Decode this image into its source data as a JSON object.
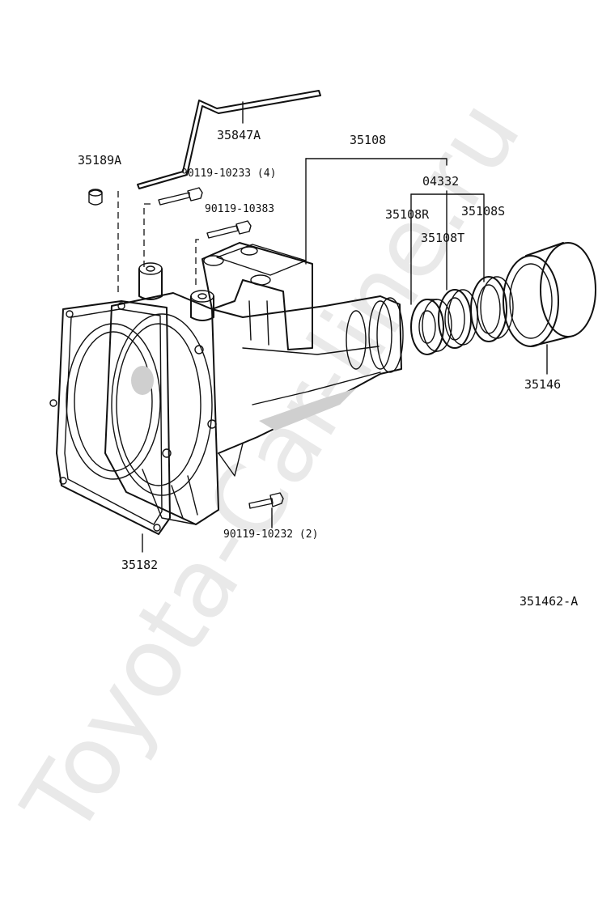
{
  "watermark": "Toyota-Car-line.ru",
  "diagram_code": "351462-A",
  "parts": {
    "shift_rod": "35847A",
    "plug": "35189A",
    "bolt_upper": "90119-10233 (4)",
    "bolt_middle": "90119-10383",
    "extension_housing": "35108",
    "bearing_kit": "04332",
    "oil_seal_r": "35108R",
    "bearing_s": "35108S",
    "bearing_t": "35108T",
    "dust_cover": "35146",
    "gasket": "35182",
    "bolt_lower": "90119-10232 (2)"
  }
}
